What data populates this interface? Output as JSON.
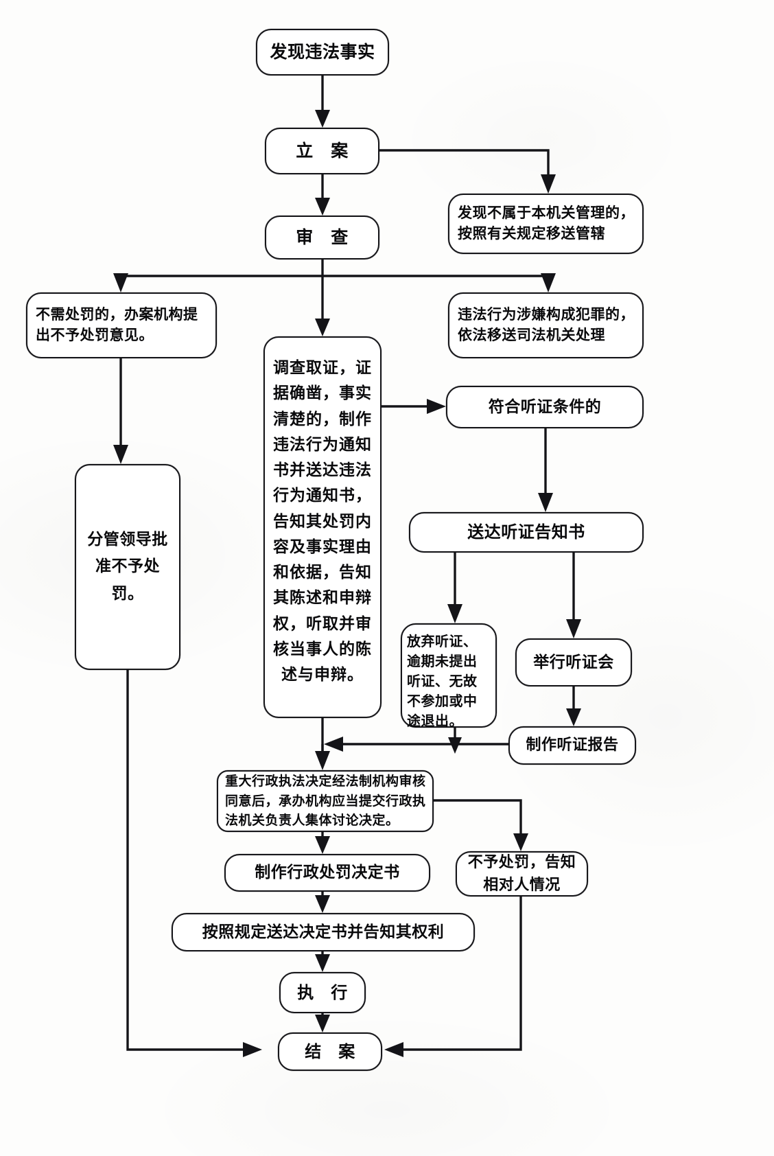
{
  "document": {
    "title": "行政处罚流程图",
    "language": "zh-CN",
    "kind": "flowchart-scan"
  },
  "palette": {
    "ink": "#141418",
    "paper": "#fdfdfc",
    "node_fill": "#ffffff",
    "node_border": "#16161a"
  },
  "nodes": {
    "discover": {
      "label": "发现违法事实"
    },
    "file_case": {
      "label": "立　案"
    },
    "review": {
      "label": "审　查"
    },
    "transfer_jurisdiction": {
      "label": "发现不属于本机关管理的，按照有关规定移送管辖"
    },
    "no_penalty_opinion": {
      "label": "不需处罚的，办案机构提出不予处罚意见。"
    },
    "transfer_judicial": {
      "label": "违法行为涉嫌构成犯罪的，依法移送司法机关处理"
    },
    "investigate": {
      "label": "调查取证，证据确凿，事实清楚的，制作违法行为通知书并送达违法行为通知书，告知其处罚内容及事实理由和依据，告知其陈述和申辩权，听取并审核当事人的陈述与申辩。"
    },
    "leader_approve": {
      "label": "分管领导批准不予处罚。"
    },
    "hearing_qualified": {
      "label": "符合听证条件的"
    },
    "serve_hearing_notice": {
      "label": "送达听证告知书"
    },
    "waive_hearing": {
      "label": "放弃听证、逾期未提出听证、无故不参加或中途退出。"
    },
    "hold_hearing": {
      "label": "举行听证会"
    },
    "hearing_report": {
      "label": "制作听证报告"
    },
    "collective_discussion": {
      "label": "重大行政执法决定经法制机构审核同意后，承办机构应当提交行政执法机关负责人集体讨论决定。"
    },
    "make_decision": {
      "label": "制作行政处罚决定书"
    },
    "serve_decision": {
      "label": "按照规定送达决定书并告知其权利"
    },
    "execute": {
      "label": "执　行"
    },
    "close_case": {
      "label": "结　案"
    },
    "no_penalty_inform": {
      "label": "不予处罚，告知相对人情况"
    }
  },
  "flow_edges": [
    {
      "from": "discover",
      "to": "file_case",
      "label": ""
    },
    {
      "from": "file_case",
      "to": "review",
      "label": ""
    },
    {
      "from": "file_case",
      "to": "transfer_jurisdiction",
      "label": ""
    },
    {
      "from": "review",
      "to": "no_penalty_opinion",
      "label": ""
    },
    {
      "from": "review",
      "to": "investigate",
      "label": ""
    },
    {
      "from": "review",
      "to": "transfer_judicial",
      "label": ""
    },
    {
      "from": "no_penalty_opinion",
      "to": "leader_approve",
      "label": ""
    },
    {
      "from": "investigate",
      "to": "hearing_qualified",
      "label": ""
    },
    {
      "from": "hearing_qualified",
      "to": "serve_hearing_notice",
      "label": ""
    },
    {
      "from": "serve_hearing_notice",
      "to": "waive_hearing",
      "label": ""
    },
    {
      "from": "serve_hearing_notice",
      "to": "hold_hearing",
      "label": ""
    },
    {
      "from": "hold_hearing",
      "to": "hearing_report",
      "label": ""
    },
    {
      "from": "hearing_report",
      "to": "collective_discussion",
      "label": ""
    },
    {
      "from": "waive_hearing",
      "to": "collective_discussion",
      "label": ""
    },
    {
      "from": "investigate",
      "to": "collective_discussion",
      "label": ""
    },
    {
      "from": "collective_discussion",
      "to": "make_decision",
      "label": ""
    },
    {
      "from": "collective_discussion",
      "to": "no_penalty_inform",
      "label": ""
    },
    {
      "from": "make_decision",
      "to": "serve_decision",
      "label": ""
    },
    {
      "from": "serve_decision",
      "to": "execute",
      "label": ""
    },
    {
      "from": "execute",
      "to": "close_case",
      "label": ""
    },
    {
      "from": "no_penalty_inform",
      "to": "close_case",
      "label": ""
    },
    {
      "from": "leader_approve",
      "to": "close_case",
      "label": ""
    }
  ]
}
